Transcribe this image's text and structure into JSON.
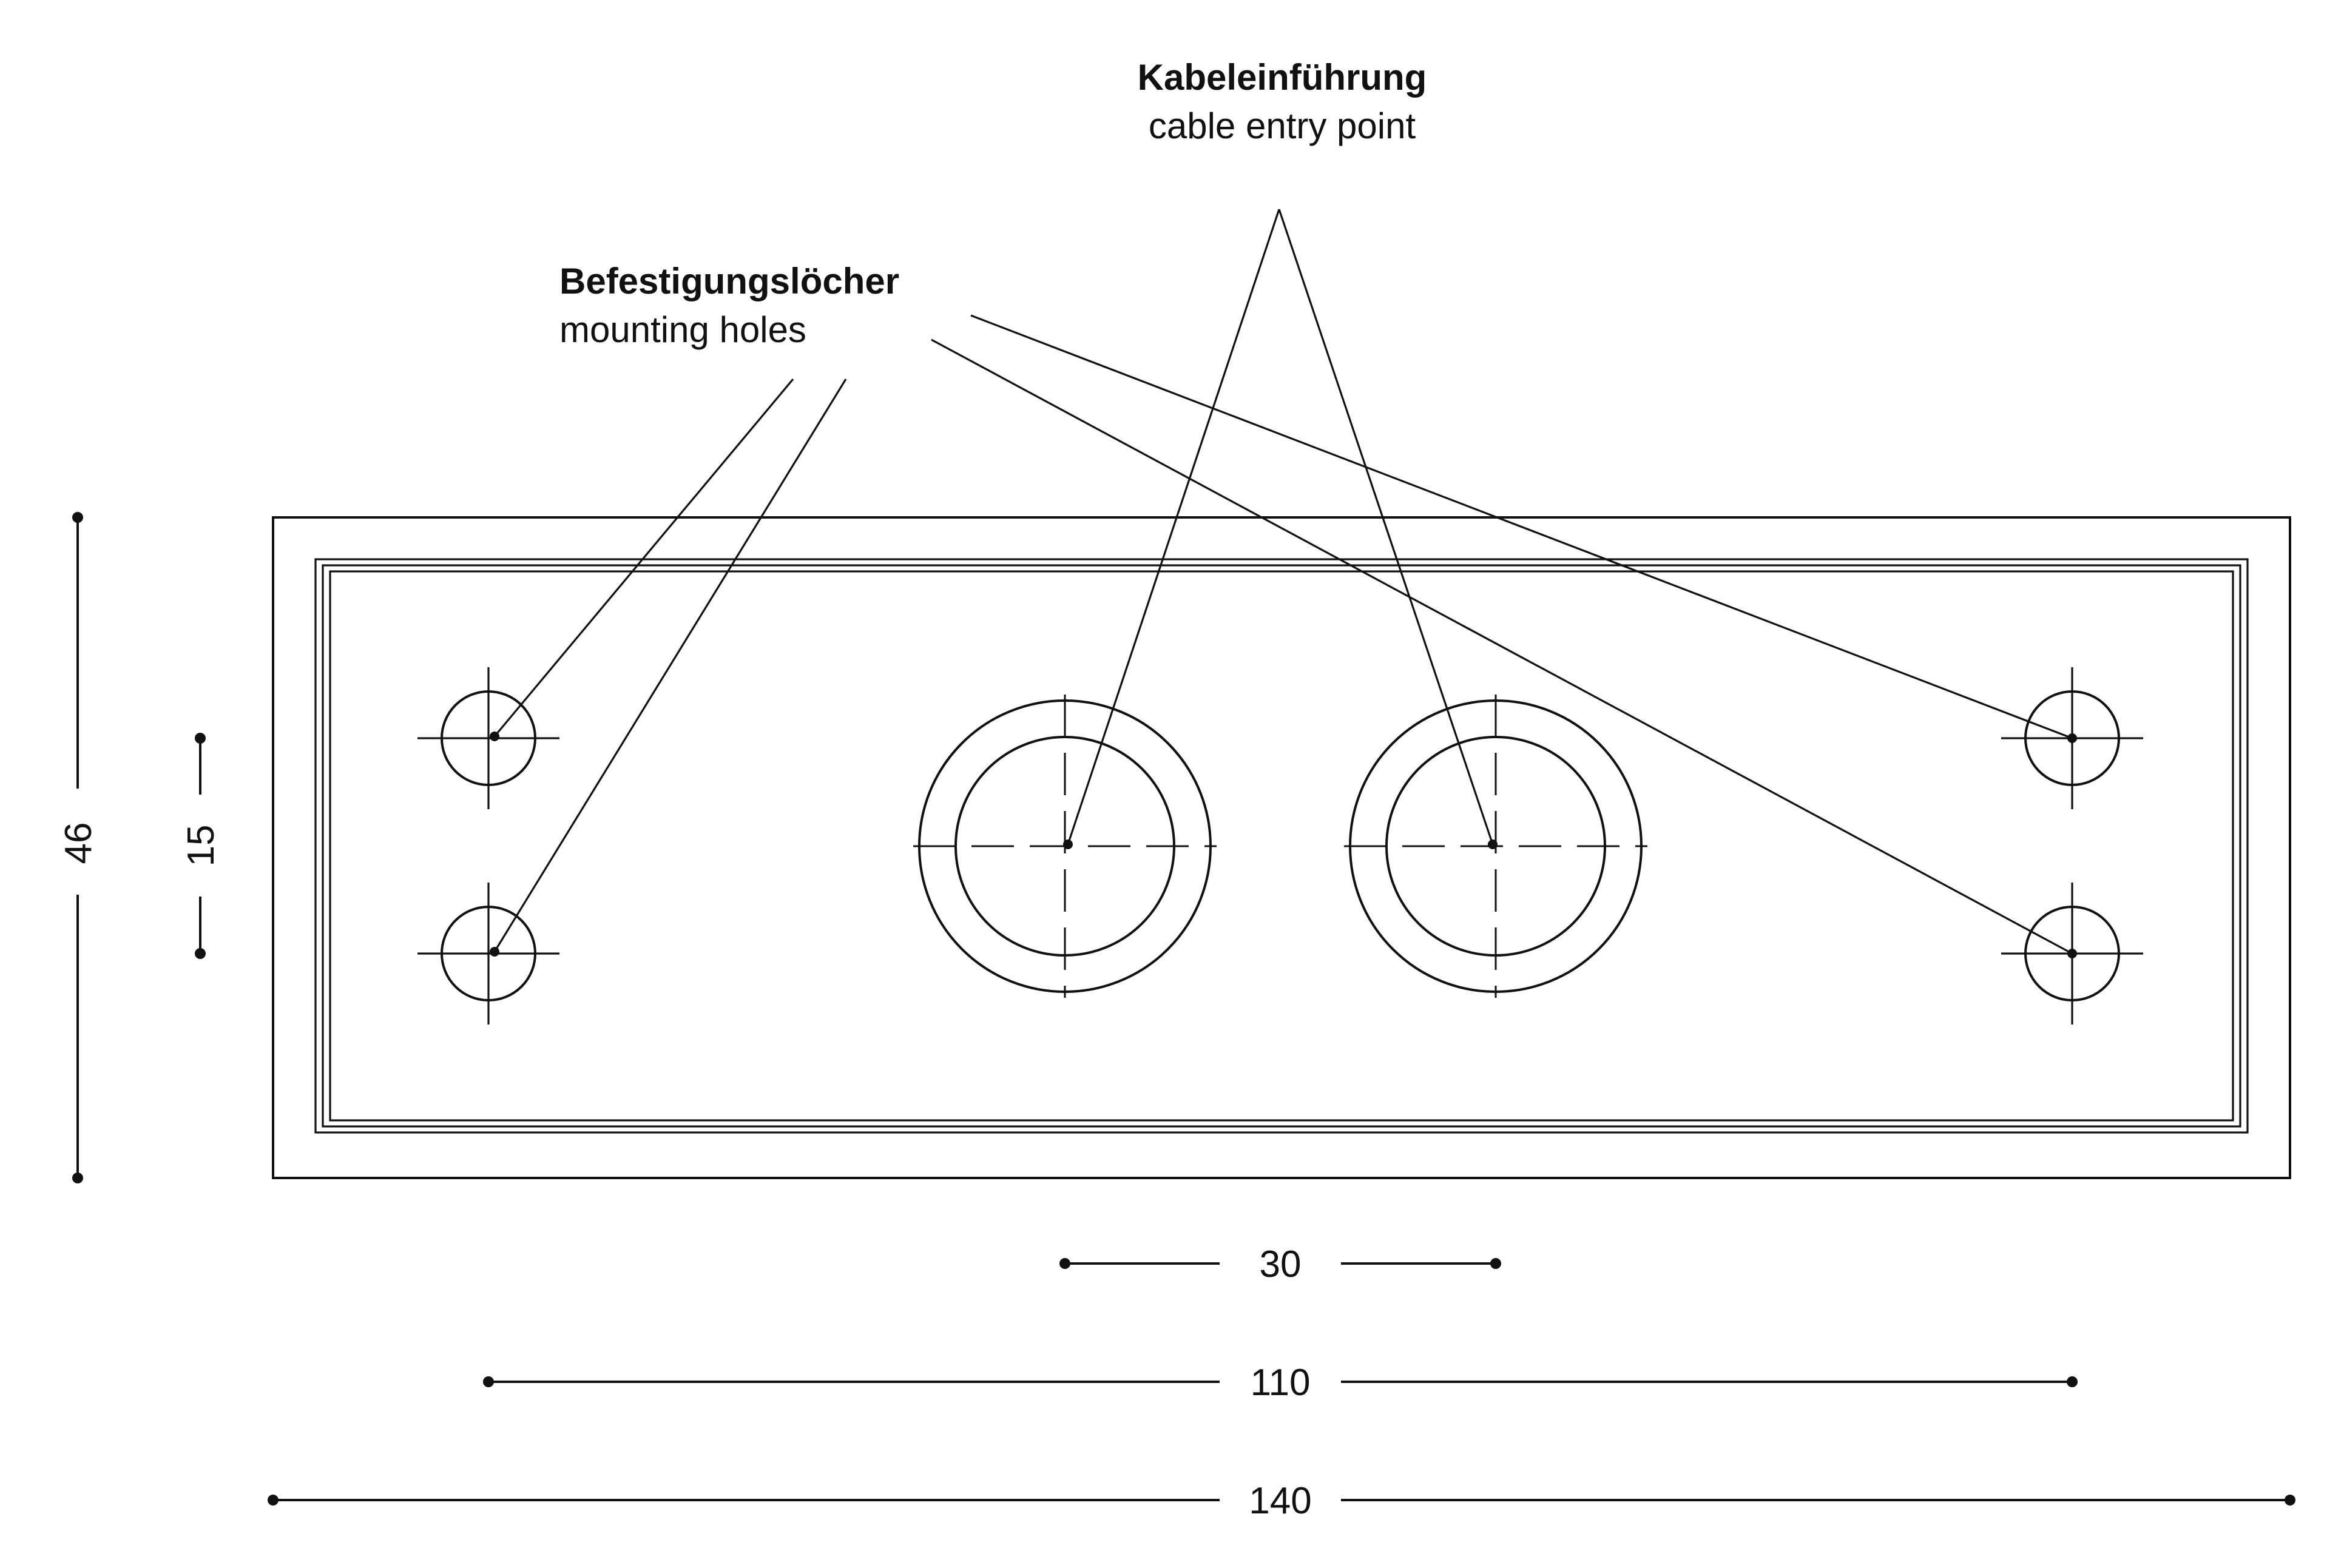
{
  "labels": {
    "cable_entry": {
      "title": "Kabeleinführung",
      "subtitle": "cable entry point"
    },
    "mounting_holes": {
      "title": "Befestigungslöcher",
      "subtitle": "mounting holes"
    }
  },
  "dimensions": {
    "height_total": "46",
    "hole_spacing_vertical": "15",
    "cable_entry_spacing": "30",
    "hole_spacing_horizontal": "110",
    "width_total": "140"
  },
  "colors": {
    "line": "#111111",
    "background": "#ffffff"
  }
}
